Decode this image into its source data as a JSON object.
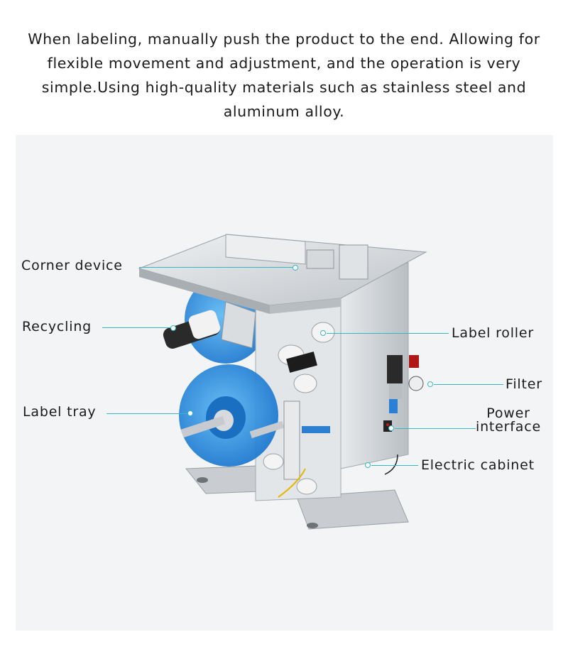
{
  "intro": {
    "text": "When labeling, manually push the product to the end. Allowing for flexible movement and adjustment, and the operation is very simple.Using high-quality materials such as stainless steel and aluminum alloy."
  },
  "callouts": {
    "corner_device": "Corner device",
    "recycling": "Recycling",
    "label_tray": "Label tray",
    "label_roller": "Label roller",
    "filter": "Filter",
    "power_interface_line1": "Power",
    "power_interface_line2": "interface",
    "electric_cabinet": "Electric cabinet"
  },
  "colors": {
    "accent_line": "#37b6c4",
    "label_tray_blue": "#1f8fe0",
    "panel_bg": "#f3f4f5",
    "steel": "#d9dcdf"
  },
  "icons": {
    "illustration": "labeling-machine-illustration"
  }
}
